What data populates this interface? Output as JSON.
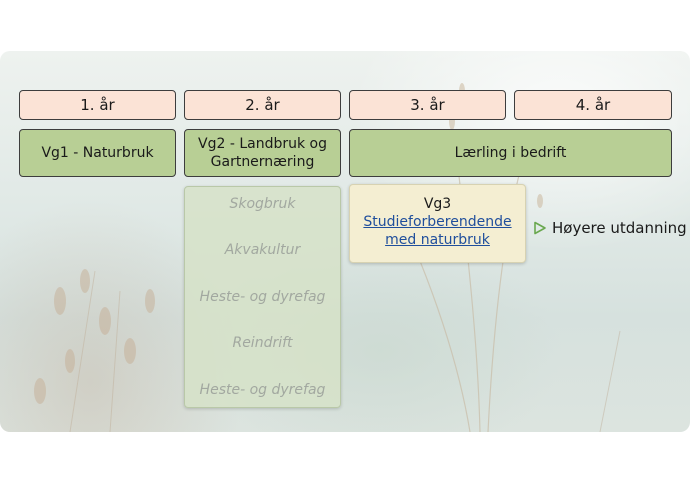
{
  "years": [
    "1. år",
    "2. år",
    "3. år",
    "4. år"
  ],
  "programs": {
    "vg1": "Vg1 - Naturbruk",
    "vg2_line1": "Vg2 - Landbruk og",
    "vg2_line2": "Gartnernæring",
    "apprentice": "Lærling i bedrift"
  },
  "specializations": [
    "Skogbruk",
    "Akvakultur",
    "Heste- og dyrefag",
    "Reindrift",
    "Heste- og dyrefag"
  ],
  "vg3": {
    "title": "Vg3",
    "link_line1": "Studieforberendende",
    "link_line2": "med naturbruk"
  },
  "higher_education": "Høyere utdanning",
  "colors": {
    "year_fill": "#fbe3d6",
    "program_fill": "#b8cf95",
    "vg3_fill": "#f4eed2",
    "link": "#1f4e9c",
    "arrow": "#6aa84f"
  }
}
